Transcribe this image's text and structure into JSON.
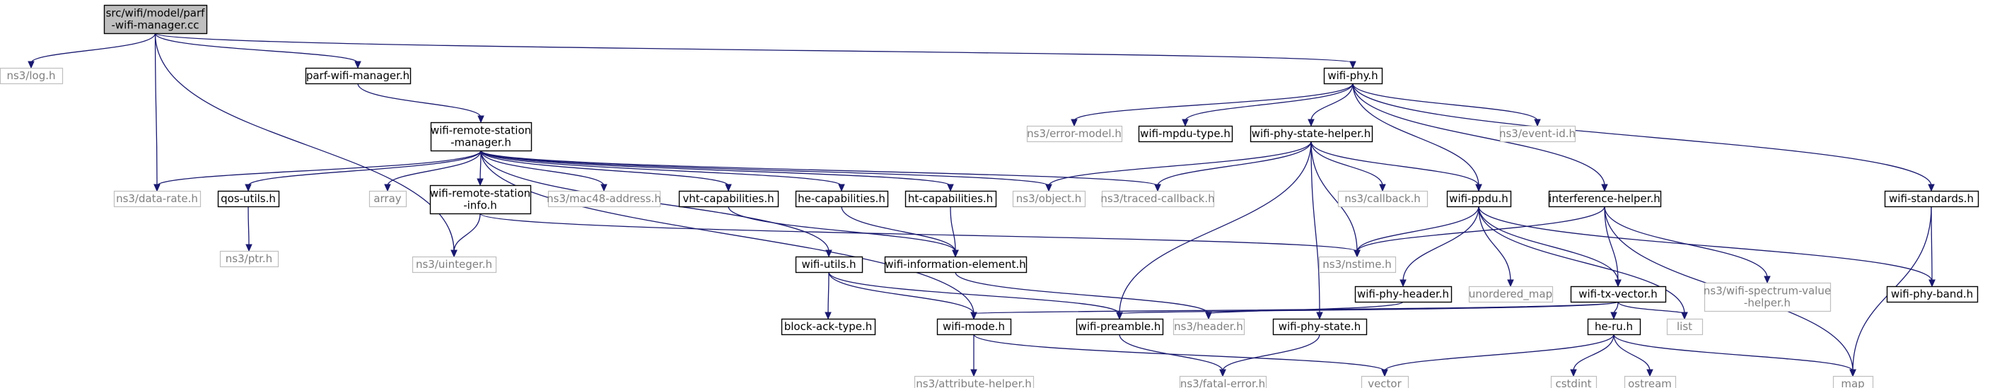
{
  "nodes": [
    {
      "id": "root",
      "lines": [
        "src/wifi/model/parf",
        "-wifi-manager.cc"
      ],
      "style": "root"
    },
    {
      "id": "log",
      "lines": [
        "ns3/log.h"
      ],
      "style": "faint"
    },
    {
      "id": "parf",
      "lines": [
        "parf-wifi-manager.h"
      ],
      "style": "strong"
    },
    {
      "id": "wrsm",
      "lines": [
        "wifi-remote-station",
        "-manager.h"
      ],
      "style": "strong"
    },
    {
      "id": "datarate",
      "lines": [
        "ns3/data-rate.h"
      ],
      "style": "faint"
    },
    {
      "id": "qos",
      "lines": [
        "qos-utils.h"
      ],
      "style": "strong"
    },
    {
      "id": "ptr",
      "lines": [
        "ns3/ptr.h"
      ],
      "style": "faint"
    },
    {
      "id": "array",
      "lines": [
        "array"
      ],
      "style": "faint"
    },
    {
      "id": "wrsinfo",
      "lines": [
        "wifi-remote-station",
        "-info.h"
      ],
      "style": "strong"
    },
    {
      "id": "uinteger",
      "lines": [
        "ns3/uinteger.h"
      ],
      "style": "faint"
    },
    {
      "id": "mac48",
      "lines": [
        "ns3/mac48-address.h"
      ],
      "style": "faint"
    },
    {
      "id": "vht",
      "lines": [
        "vht-capabilities.h"
      ],
      "style": "strong"
    },
    {
      "id": "he",
      "lines": [
        "he-capabilities.h"
      ],
      "style": "strong"
    },
    {
      "id": "ht",
      "lines": [
        "ht-capabilities.h"
      ],
      "style": "strong"
    },
    {
      "id": "wie",
      "lines": [
        "wifi-information-element.h"
      ],
      "style": "strong"
    },
    {
      "id": "object",
      "lines": [
        "ns3/object.h"
      ],
      "style": "faint"
    },
    {
      "id": "traced",
      "lines": [
        "ns3/traced-callback.h"
      ],
      "style": "faint"
    },
    {
      "id": "wutils",
      "lines": [
        "wifi-utils.h"
      ],
      "style": "strong"
    },
    {
      "id": "bat",
      "lines": [
        "block-ack-type.h"
      ],
      "style": "strong"
    },
    {
      "id": "wmode",
      "lines": [
        "wifi-mode.h"
      ],
      "style": "strong"
    },
    {
      "id": "attr",
      "lines": [
        "ns3/attribute-helper.h"
      ],
      "style": "faint"
    },
    {
      "id": "wphy",
      "lines": [
        "wifi-phy.h"
      ],
      "style": "strong"
    },
    {
      "id": "errmodel",
      "lines": [
        "ns3/error-model.h"
      ],
      "style": "faint"
    },
    {
      "id": "mpdutype",
      "lines": [
        "wifi-mpdu-type.h"
      ],
      "style": "strong"
    },
    {
      "id": "psh",
      "lines": [
        "wifi-phy-state-helper.h"
      ],
      "style": "strong"
    },
    {
      "id": "eventid",
      "lines": [
        "ns3/event-id.h"
      ],
      "style": "faint"
    },
    {
      "id": "callback",
      "lines": [
        "ns3/callback.h"
      ],
      "style": "faint"
    },
    {
      "id": "ppdu",
      "lines": [
        "wifi-ppdu.h"
      ],
      "style": "strong"
    },
    {
      "id": "interf",
      "lines": [
        "interference-helper.h"
      ],
      "style": "strong"
    },
    {
      "id": "wstd",
      "lines": [
        "wifi-standards.h"
      ],
      "style": "strong"
    },
    {
      "id": "nstime",
      "lines": [
        "ns3/nstime.h"
      ],
      "style": "faint"
    },
    {
      "id": "phyheader",
      "lines": [
        "wifi-phy-header.h"
      ],
      "style": "strong"
    },
    {
      "id": "umap",
      "lines": [
        "unordered_map"
      ],
      "style": "faint"
    },
    {
      "id": "txvec",
      "lines": [
        "wifi-tx-vector.h"
      ],
      "style": "strong"
    },
    {
      "id": "spectrum",
      "lines": [
        "ns3/wifi-spectrum-value",
        "-helper.h"
      ],
      "style": "faint"
    },
    {
      "id": "phyband",
      "lines": [
        "wifi-phy-band.h"
      ],
      "style": "strong"
    },
    {
      "id": "preamble",
      "lines": [
        "wifi-preamble.h"
      ],
      "style": "strong"
    },
    {
      "id": "header",
      "lines": [
        "ns3/header.h"
      ],
      "style": "faint"
    },
    {
      "id": "phystate",
      "lines": [
        "wifi-phy-state.h"
      ],
      "style": "strong"
    },
    {
      "id": "list",
      "lines": [
        "list"
      ],
      "style": "faint"
    },
    {
      "id": "heru",
      "lines": [
        "he-ru.h"
      ],
      "style": "strong"
    },
    {
      "id": "fatal",
      "lines": [
        "ns3/fatal-error.h"
      ],
      "style": "faint"
    },
    {
      "id": "vector",
      "lines": [
        "vector"
      ],
      "style": "faint"
    },
    {
      "id": "cstdint",
      "lines": [
        "cstdint"
      ],
      "style": "faint"
    },
    {
      "id": "ostream",
      "lines": [
        "ostream"
      ],
      "style": "faint"
    },
    {
      "id": "map",
      "lines": [
        "map"
      ],
      "style": "faint"
    }
  ],
  "edges": [
    [
      "root",
      "log"
    ],
    [
      "root",
      "parf"
    ],
    [
      "root",
      "datarate"
    ],
    [
      "root",
      "uinteger"
    ],
    [
      "root",
      "wphy"
    ],
    [
      "parf",
      "wrsm"
    ],
    [
      "wrsm",
      "datarate"
    ],
    [
      "wrsm",
      "qos"
    ],
    [
      "wrsm",
      "array"
    ],
    [
      "wrsm",
      "wrsinfo"
    ],
    [
      "wrsm",
      "mac48"
    ],
    [
      "wrsm",
      "vht"
    ],
    [
      "wrsm",
      "he"
    ],
    [
      "wrsm",
      "ht"
    ],
    [
      "wrsm",
      "object"
    ],
    [
      "wrsm",
      "traced"
    ],
    [
      "wrsm",
      "wutils"
    ],
    [
      "wrsm",
      "wmode"
    ],
    [
      "qos",
      "ptr"
    ],
    [
      "wrsinfo",
      "uinteger"
    ],
    [
      "wrsinfo",
      "nstime"
    ],
    [
      "vht",
      "wie"
    ],
    [
      "he",
      "wie"
    ],
    [
      "ht",
      "wie"
    ],
    [
      "wie",
      "header"
    ],
    [
      "wutils",
      "bat"
    ],
    [
      "wutils",
      "wmode"
    ],
    [
      "wutils",
      "preamble"
    ],
    [
      "wmode",
      "attr"
    ],
    [
      "wmode",
      "vector"
    ],
    [
      "wphy",
      "errmodel"
    ],
    [
      "wphy",
      "mpdutype"
    ],
    [
      "wphy",
      "psh"
    ],
    [
      "wphy",
      "eventid"
    ],
    [
      "wphy",
      "ppdu"
    ],
    [
      "wphy",
      "interf"
    ],
    [
      "wphy",
      "wstd"
    ],
    [
      "psh",
      "object"
    ],
    [
      "psh",
      "traced"
    ],
    [
      "psh",
      "callback"
    ],
    [
      "psh",
      "ppdu"
    ],
    [
      "psh",
      "nstime"
    ],
    [
      "psh",
      "preamble"
    ],
    [
      "psh",
      "phystate"
    ],
    [
      "ppdu",
      "nstime"
    ],
    [
      "ppdu",
      "phyheader"
    ],
    [
      "ppdu",
      "umap"
    ],
    [
      "ppdu",
      "txvec"
    ],
    [
      "ppdu",
      "list"
    ],
    [
      "ppdu",
      "phyband"
    ],
    [
      "interf",
      "nstime"
    ],
    [
      "interf",
      "txvec"
    ],
    [
      "interf",
      "spectrum"
    ],
    [
      "interf",
      "map"
    ],
    [
      "wstd",
      "phyband"
    ],
    [
      "wstd",
      "map"
    ],
    [
      "phyheader",
      "header"
    ],
    [
      "txvec",
      "wmode"
    ],
    [
      "txvec",
      "preamble"
    ],
    [
      "txvec",
      "list"
    ],
    [
      "txvec",
      "heru"
    ],
    [
      "phystate",
      "fatal"
    ],
    [
      "preamble",
      "fatal"
    ],
    [
      "heru",
      "vector"
    ],
    [
      "heru",
      "cstdint"
    ],
    [
      "heru",
      "ostream"
    ],
    [
      "heru",
      "map"
    ]
  ],
  "colors": {
    "edge": "#191970",
    "root_fill": "#bfbfbf",
    "faint_border": "#bfbfbf",
    "faint_text": "#7f7f7f",
    "strong_border": "#000000"
  }
}
